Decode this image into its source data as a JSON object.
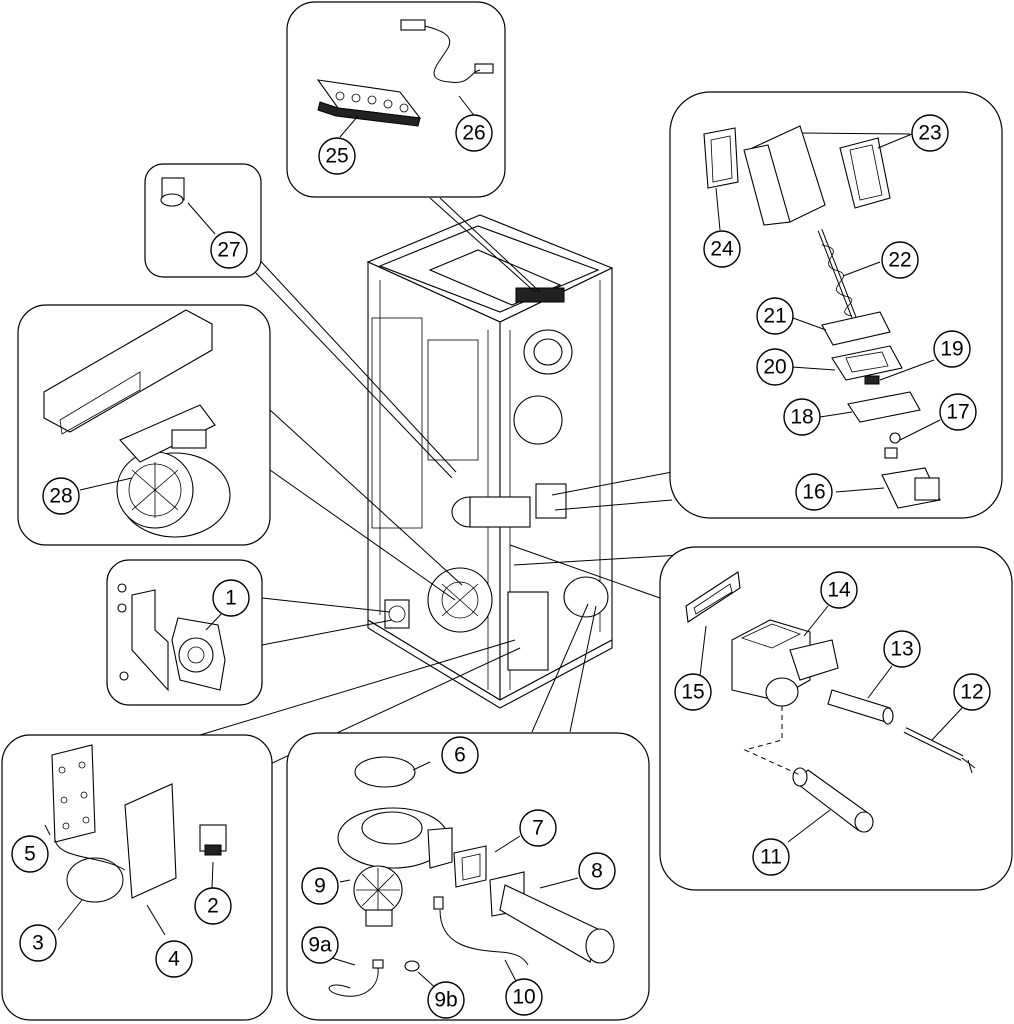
{
  "callouts": {
    "c1": "1",
    "c2": "2",
    "c3": "3",
    "c4": "4",
    "c5": "5",
    "c6": "6",
    "c7": "7",
    "c8": "8",
    "c9": "9",
    "c9a": "9a",
    "c9b": "9b",
    "c10": "10",
    "c11": "11",
    "c12": "12",
    "c13": "13",
    "c14": "14",
    "c15": "15",
    "c16": "16",
    "c17": "17",
    "c18": "18",
    "c19": "19",
    "c20": "20",
    "c21": "21",
    "c22": "22",
    "c23": "23",
    "c24": "24",
    "c25": "25",
    "c26": "26",
    "c27": "27",
    "c28": "28"
  },
  "colors": {
    "line": "#000000",
    "background": "#ffffff"
  }
}
